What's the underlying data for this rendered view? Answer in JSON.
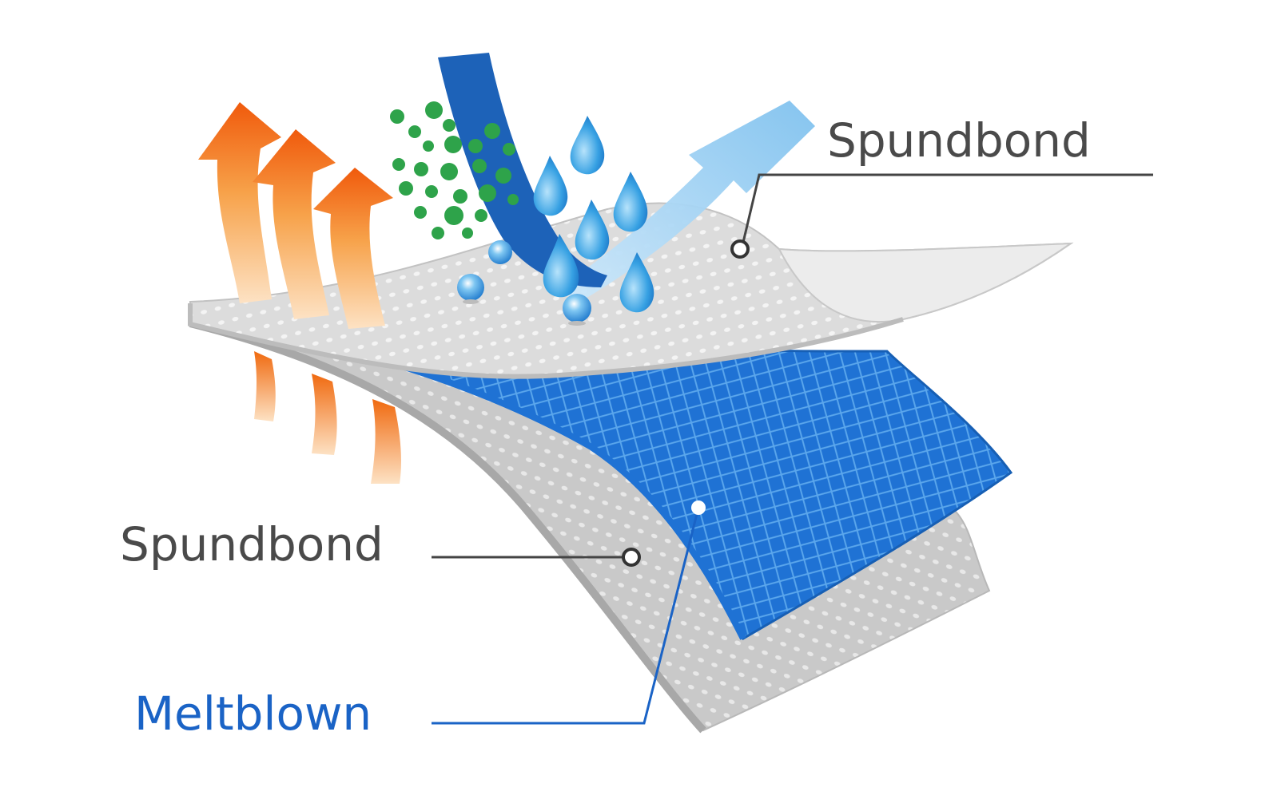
{
  "labels": {
    "top_layer": "Spundbond",
    "bottom_layer": "Spundbond",
    "middle_layer": "Meltblown"
  },
  "colors": {
    "label_text": "#4a4a4a",
    "meltblown_text": "#1a63c6",
    "spunbond_fabric": "#d8d8d8",
    "meltblown_fabric": "#1f72d4",
    "heat_arrow": "#f26a10",
    "vapor_arrow": "#8ec8ef",
    "liquid_stream": "#1d62b8",
    "water_drop": "#2f96dc",
    "particle": "#2ea34a"
  },
  "icons": [
    "heat-arrow-icon",
    "vapor-arrow-icon",
    "liquid-stream-icon",
    "water-drop-icon",
    "particle-icon"
  ]
}
